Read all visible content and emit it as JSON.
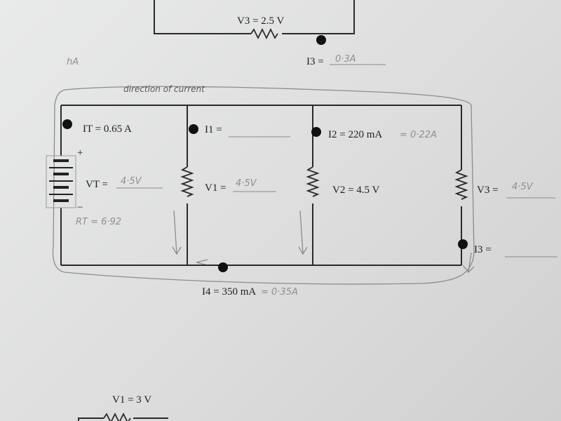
{
  "top_circuit": {
    "v3_label": "V3 = 2.5 V",
    "i3_label": "I3 =",
    "i3_answer": "0·3A",
    "margin_note": "hA"
  },
  "main_circuit": {
    "direction_note": "direction of current",
    "battery": {
      "it_label": "IT = 0.65 A",
      "vt_label": "VT =",
      "vt_answer": "4·5V",
      "rt_note": "RT = 6·92",
      "plus": "+",
      "minus": "−"
    },
    "branch1": {
      "i1_label": "I1 =",
      "v1_label": "V1 =",
      "v1_answer": "4·5V"
    },
    "branch2": {
      "i2_label": "I2 = 220 mA",
      "i2_answer": "= 0·22A",
      "v2_label": "V2 = 4.5 V"
    },
    "branch3": {
      "v3_label": "V3 =",
      "v3_answer": "4·5V",
      "i3_label": "I3 ="
    },
    "i4_label": "I4 = 350 mA",
    "i4_answer": "= 0·35A"
  },
  "bottom_circuit": {
    "v1_label": "V1 = 3 V"
  }
}
